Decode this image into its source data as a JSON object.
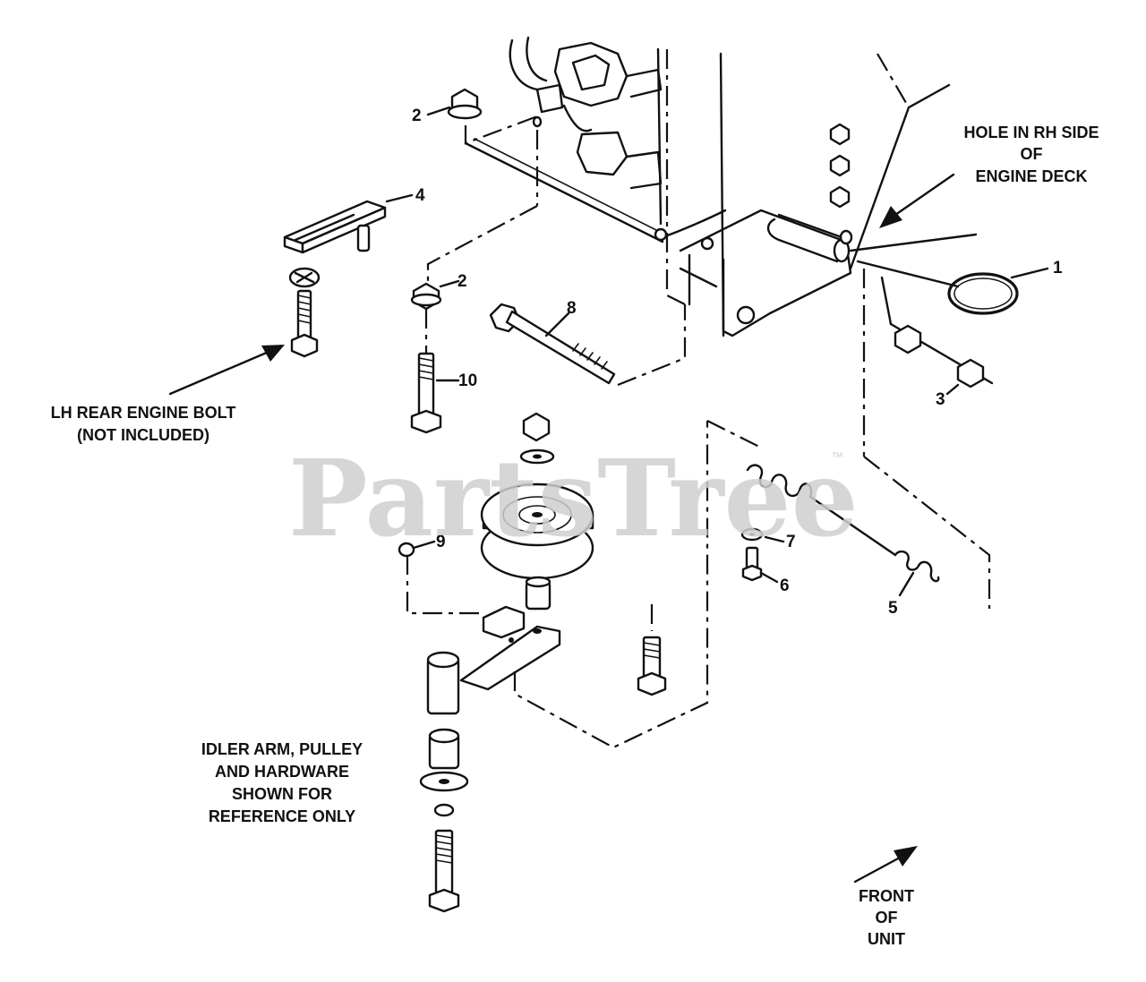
{
  "watermark": {
    "text": "PartsTree",
    "trademark": "™"
  },
  "callouts": {
    "c1": "1",
    "c2a": "2",
    "c2b": "2",
    "c3": "3",
    "c4": "4",
    "c5": "5",
    "c6": "6",
    "c7": "7",
    "c8": "8",
    "c9": "9",
    "c10": "10"
  },
  "notes": {
    "hole_rh": [
      "HOLE IN RH SIDE",
      "OF",
      "ENGINE DECK"
    ],
    "lh_rear_bolt": [
      "LH REAR ENGINE BOLT",
      "(NOT INCLUDED)"
    ],
    "idler_arm": [
      "IDLER ARM, PULLEY",
      "AND HARDWARE",
      "SHOWN FOR",
      "REFERENCE ONLY"
    ],
    "front_of_unit": [
      "FRONT",
      "OF",
      "UNIT"
    ]
  }
}
